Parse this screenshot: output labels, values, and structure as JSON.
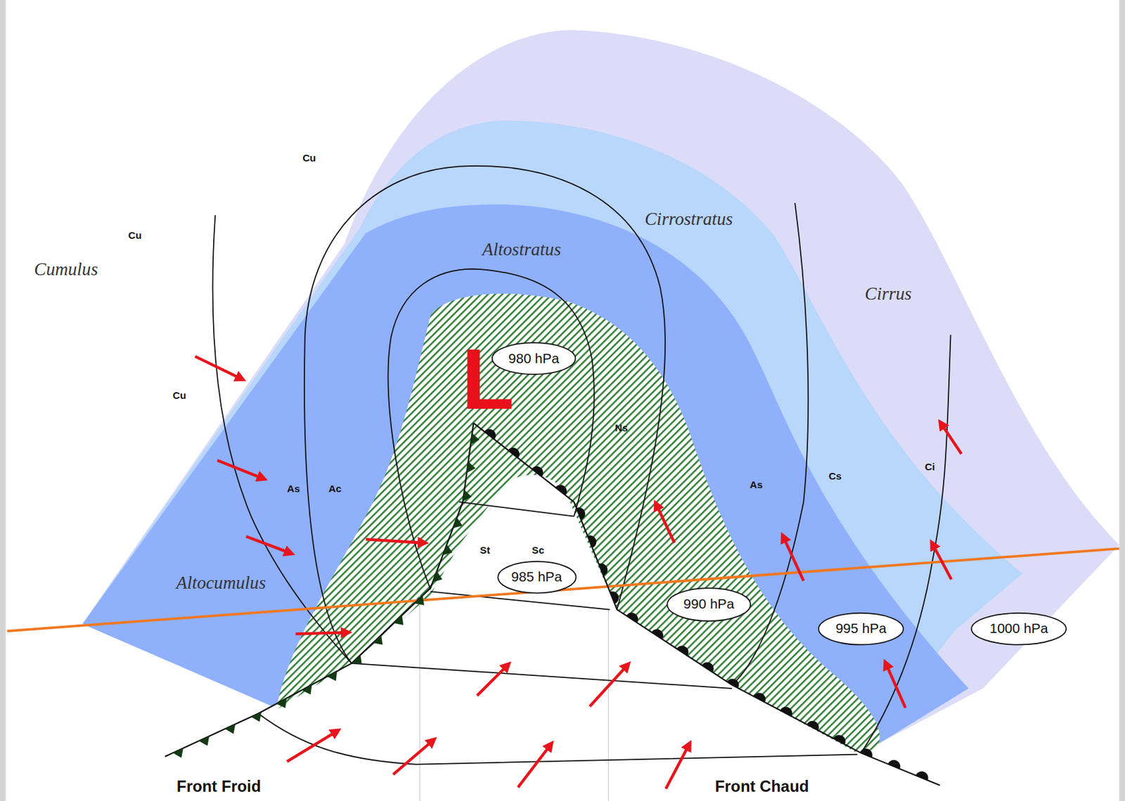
{
  "diagram": {
    "nodes": [
      {
        "text": [
          "980 hPa"
        ]
      },
      {
        "text": [
          "985 hPa"
        ]
      },
      {
        "text": [
          "990 hPa"
        ]
      },
      {
        "text": [
          "995 hPa"
        ]
      },
      {
        "text": [
          "1000 hPa"
        ]
      }
    ],
    "labels": [
      "Cu",
      "Cu",
      "Cumulus",
      "Cirrostratus",
      "Altostratus",
      "Cirrus",
      "L",
      "Cu",
      "Ns",
      "As",
      "Ac",
      "As",
      "Cs",
      "Ci",
      "St",
      "Sc",
      "Altocumulus",
      "Front Froid",
      "Front Chaud"
    ]
  }
}
